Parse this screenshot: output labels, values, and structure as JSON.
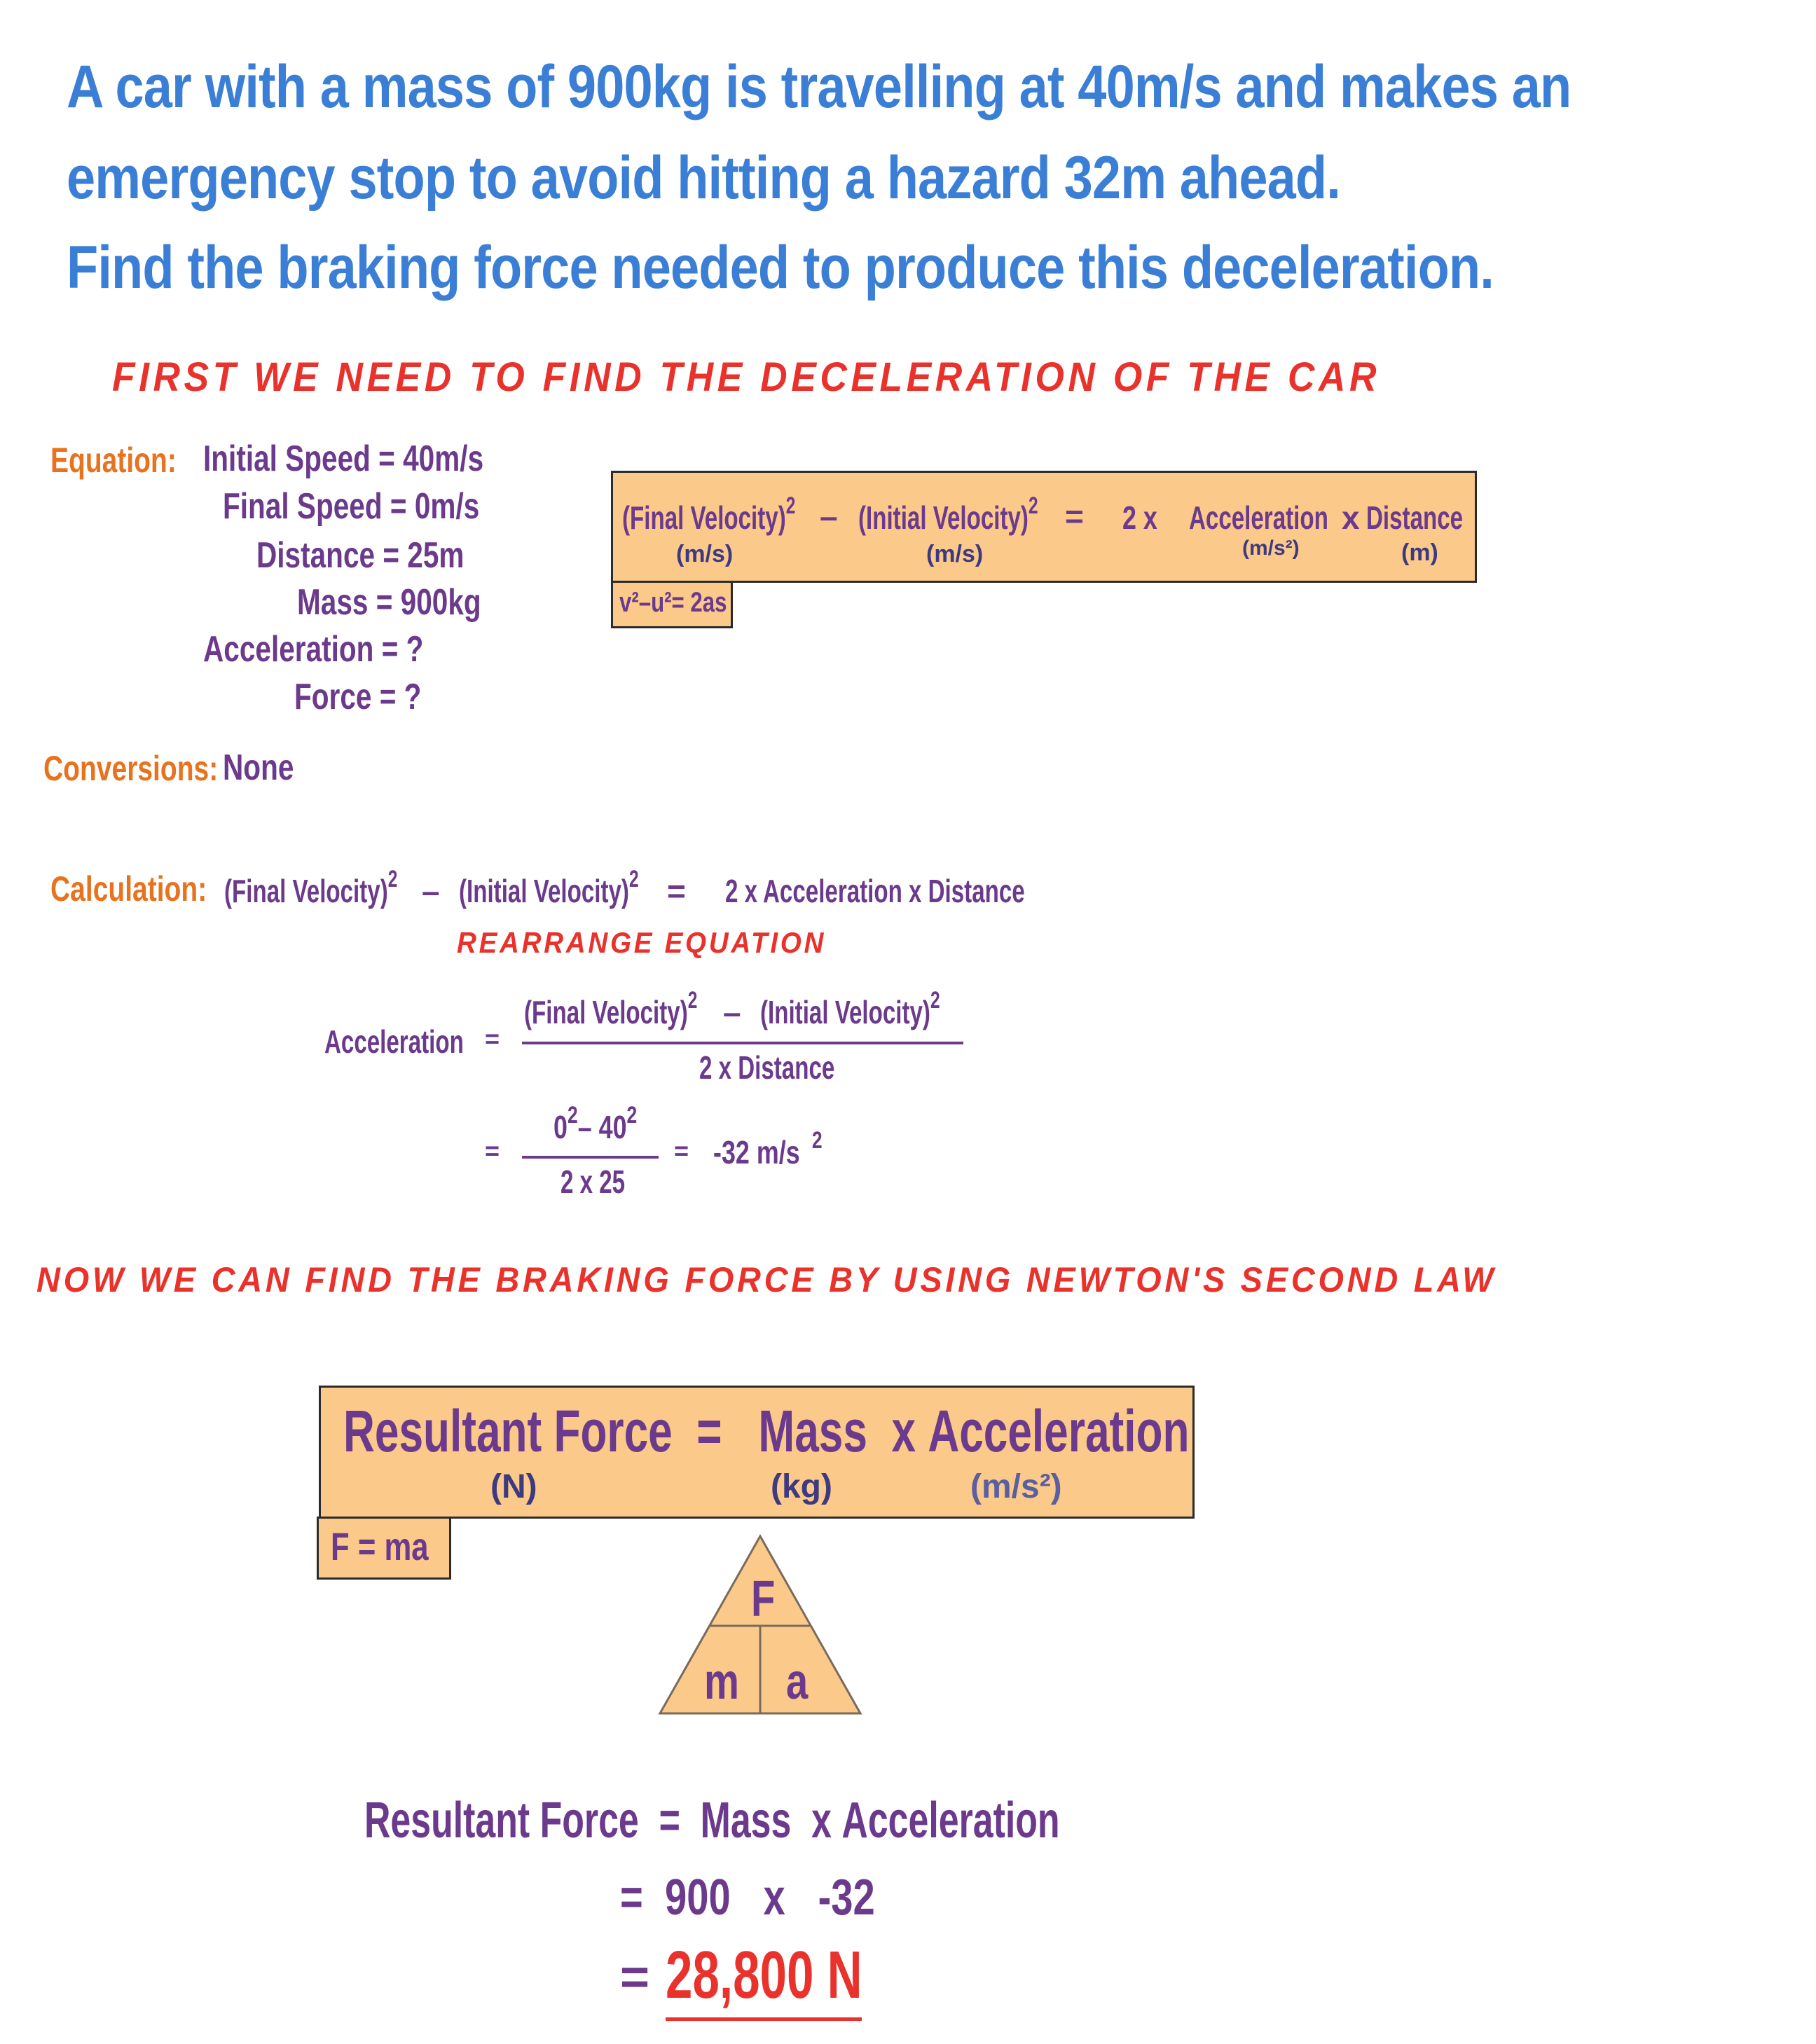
{
  "question": {
    "line1": "A car with a mass of 900kg is travelling at 40m/s and makes an",
    "line2": "emergency stop to avoid hitting a hazard 32m ahead.",
    "line3": "Find the braking force needed to produce this deceleration."
  },
  "heading1": "FIRST WE NEED TO FIND THE DECELERATION OF THE CAR",
  "given": {
    "label": "Equation:",
    "items": [
      "Initial Speed = 40m/s",
      "Final Speed = 0m/s",
      "Distance = 25m",
      "Mass = 900kg",
      "Acceleration = ?",
      "Force = ?"
    ]
  },
  "conversions": {
    "label": "Conversions:",
    "value": "None"
  },
  "suvat_box": {
    "final_velocity": "(Final Velocity)",
    "power": "2",
    "minus": "–",
    "initial_velocity": "(Initial Velocity)",
    "equals": "=",
    "two_x": "2  x",
    "acceleration": "Acceleration",
    "times": "x",
    "distance": "Distance",
    "unit_fv": "(m/s)",
    "unit_iv": "(m/s)",
    "unit_acc": "(m/s²)",
    "unit_dist": "(m)",
    "tag": "v²–u²= 2as"
  },
  "calculation": {
    "label": "Calculation:",
    "final_velocity": "(Final Velocity)",
    "power": "2",
    "minus": "–",
    "initial_velocity": "(Initial Velocity)",
    "equals": "=",
    "rhs": "2  x  Acceleration  x  Distance",
    "rearrange": "REARRANGE EQUATION",
    "acc_label": "Acceleration",
    "eq1": "=",
    "num_fv": "(Final Velocity)",
    "num_minus": "–",
    "num_iv": "(Initial Velocity)",
    "den": "2  x  Distance",
    "eq2": "=",
    "num2_a": "0",
    "num2_b": "– 40",
    "den2": "2  x 25",
    "eq3": "=",
    "result": "-32 m/s",
    "result_power": "2"
  },
  "heading2": "NOW WE CAN FIND THE BRAKING FORCE BY USING NEWTON'S SECOND LAW",
  "newton_box": {
    "resultant_force": "Resultant Force",
    "equals": "=",
    "mass": "Mass",
    "times": "x",
    "acceleration": "Acceleration",
    "unit_n": "(N)",
    "unit_kg": "(kg)",
    "unit_acc": "(m/s²)",
    "tag": "F = ma"
  },
  "triangle": {
    "top": "F",
    "bottom_left": "m",
    "bottom_right": "a"
  },
  "final": {
    "resultant_force": "Resultant Force",
    "eq1": "=",
    "mass": "Mass",
    "times": "x",
    "acceleration": "Acceleration",
    "eq2": "=",
    "mass_val": "900",
    "times2": "x",
    "acc_val": "-32",
    "eq3": "=",
    "answer": "28,800 N"
  },
  "colors": {
    "blue": "#3a7fd5",
    "purple": "#6b3a8c",
    "orange": "#e8731f",
    "red": "#e8322b",
    "box_fill": "#fbc98a"
  }
}
